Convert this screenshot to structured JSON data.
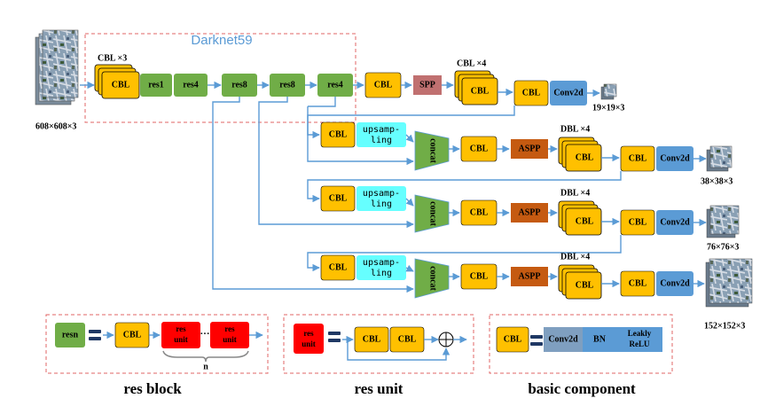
{
  "backbone": {
    "title": "Darknet59",
    "cbl_repeat": "CBL ×3",
    "blocks": [
      "CBL",
      "res1",
      "res4",
      "res8",
      "res8",
      "res4"
    ],
    "input_size": "608×608×3"
  },
  "head": {
    "cbl_repeat": "CBL ×4",
    "cbl": "CBL",
    "spp": "SPP",
    "conv": "Conv2d",
    "output_size": "19×19×3"
  },
  "branches": [
    {
      "cbl": "CBL",
      "upsample": "upsamp-\nling",
      "concat": "concat",
      "cbl2": "CBL",
      "aspp": "ASPP",
      "dbl_repeat": "DBL ×4",
      "dbl": "CBL",
      "cbl3": "CBL",
      "conv": "Conv2d",
      "output_size": "38×38×3"
    },
    {
      "cbl": "CBL",
      "upsample": "upsamp-\nling",
      "concat": "concat",
      "cbl2": "CBL",
      "aspp": "ASPP",
      "dbl_repeat": "DBL ×4",
      "dbl": "CBL",
      "cbl3": "CBL",
      "conv": "Conv2d",
      "output_size": "76×76×3"
    },
    {
      "cbl": "CBL",
      "upsample": "upsamp-\nling",
      "concat": "concat",
      "cbl2": "CBL",
      "aspp": "ASPP",
      "dbl_repeat": "DBL ×4",
      "dbl": "CBL",
      "cbl3": "CBL",
      "conv": "Conv2d",
      "output_size": "152×152×3"
    }
  ],
  "legend": {
    "res_block": {
      "resn": "resn",
      "cbl": "CBL",
      "unit1": "res\nunit",
      "ellipsis": "···",
      "unit2": "res\nunit",
      "n": "n",
      "caption": "res block"
    },
    "res_unit": {
      "unit": "res\nunit",
      "cbl1": "CBL",
      "cbl2": "CBL",
      "caption": "res unit"
    },
    "basic": {
      "cbl": "CBL",
      "conv": "Conv2d",
      "bn": "BN",
      "act": "Leakly\nReLU",
      "caption": "basic component"
    }
  },
  "colors": {
    "cbl": "#ffc000",
    "res": "#70ad47",
    "spp": "#c07070",
    "aspp": "#c55a11",
    "conv": "#5b9bd5",
    "upsample": "#66ffff",
    "concat": "#70ad47",
    "res_unit": "#ff0000",
    "arrow": "#5b9bd5",
    "dashed": "#e06666",
    "title": "#5b9bd5"
  },
  "icons": [
    "aerial-photo-thumbnail",
    "plus-circle-icon"
  ]
}
